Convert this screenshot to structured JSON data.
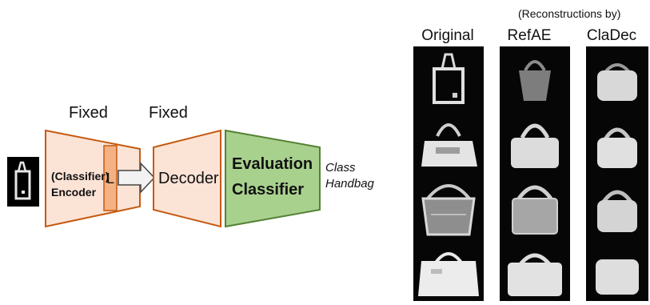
{
  "diagram": {
    "fixed_label_1": "Fixed",
    "fixed_label_2": "Fixed",
    "encoder_label_prefix": "(Classifier)",
    "encoder_label_main": "Encoder",
    "latent_label": "L",
    "decoder_label": "Decoder",
    "evaluator_line_1": "Evaluation",
    "evaluator_line_2": "Classifier",
    "output_line_1": "Class",
    "output_line_2": "Handbag",
    "colors": {
      "encoder_fill": "#fbe3d6",
      "encoder_stroke": "#c55a11",
      "latent_fill": "#f4b183",
      "decoder_fill": "#fbe3d6",
      "classifier_fill": "#a9d18e",
      "classifier_stroke": "#548235"
    }
  },
  "reconstructions": {
    "caption": "(Reconstructions by)",
    "columns": [
      "Original",
      "RefAE",
      "ClaDec"
    ],
    "rows": 4,
    "subject": "handbag"
  }
}
